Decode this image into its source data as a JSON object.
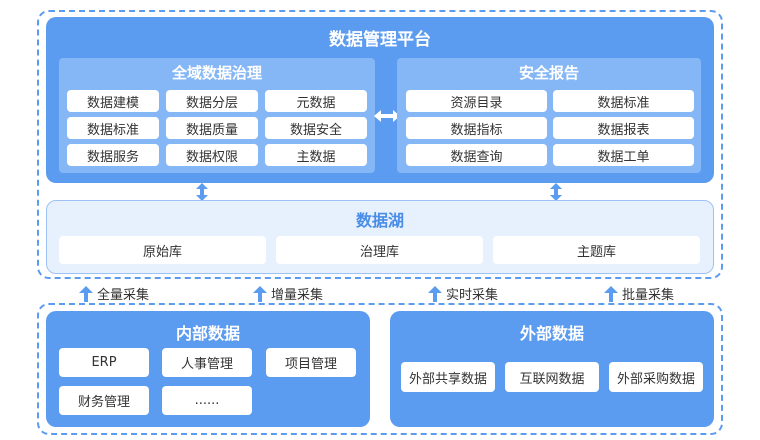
{
  "platform": {
    "title": "数据管理平台",
    "governance": {
      "title": "全域数据治理",
      "items": [
        "数据建模",
        "数据分层",
        "元数据",
        "数据标准",
        "数据质量",
        "数据安全",
        "数据服务",
        "数据权限",
        "主数据"
      ]
    },
    "security": {
      "title": "安全报告",
      "items": [
        "资源目录",
        "数据标准",
        "数据指标",
        "数据报表",
        "数据查询",
        "数据工单"
      ]
    }
  },
  "lake": {
    "title": "数据湖",
    "items": [
      "原始库",
      "治理库",
      "主题库"
    ]
  },
  "flows": [
    "全量采集",
    "增量采集",
    "实时采集",
    "批量采集"
  ],
  "internal": {
    "title": "内部数据",
    "items": [
      "ERP",
      "人事管理",
      "项目管理",
      "财务管理",
      "......"
    ]
  },
  "external": {
    "title": "外部数据",
    "items": [
      "外部共享数据",
      "互联网数据",
      "外部采购数据"
    ]
  },
  "colors": {
    "primary": "#5b9bf0",
    "sub_panel": "#85b6f5",
    "lake_bg": "#e7f0fd",
    "accent_text": "#4a8de6"
  }
}
